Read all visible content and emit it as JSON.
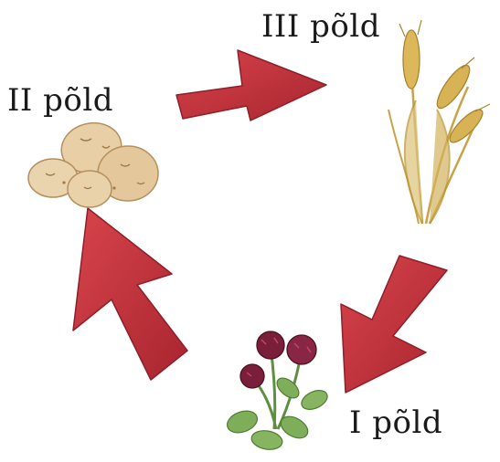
{
  "diagram": {
    "title": "",
    "fields": [
      {
        "id": "first",
        "label": "I põld",
        "icon": "clover-icon"
      },
      {
        "id": "second",
        "label": "II põld",
        "icon": "potato-icon"
      },
      {
        "id": "third",
        "label": "III põld",
        "icon": "wheat-icon"
      }
    ],
    "arrows": [
      {
        "from": "second",
        "to": "third",
        "color": "#c2323c"
      },
      {
        "from": "third",
        "to": "first",
        "color": "#c2323c"
      },
      {
        "from": "first",
        "to": "second",
        "color": "#c2323c"
      }
    ],
    "colors": {
      "arrow": "#c2323c",
      "arrow_dark": "#8f1f29",
      "potato": "#e8cfa6",
      "wheat": "#d9b85a",
      "clover_flower": "#7a1f3a",
      "leaf": "#7fae5b"
    }
  }
}
